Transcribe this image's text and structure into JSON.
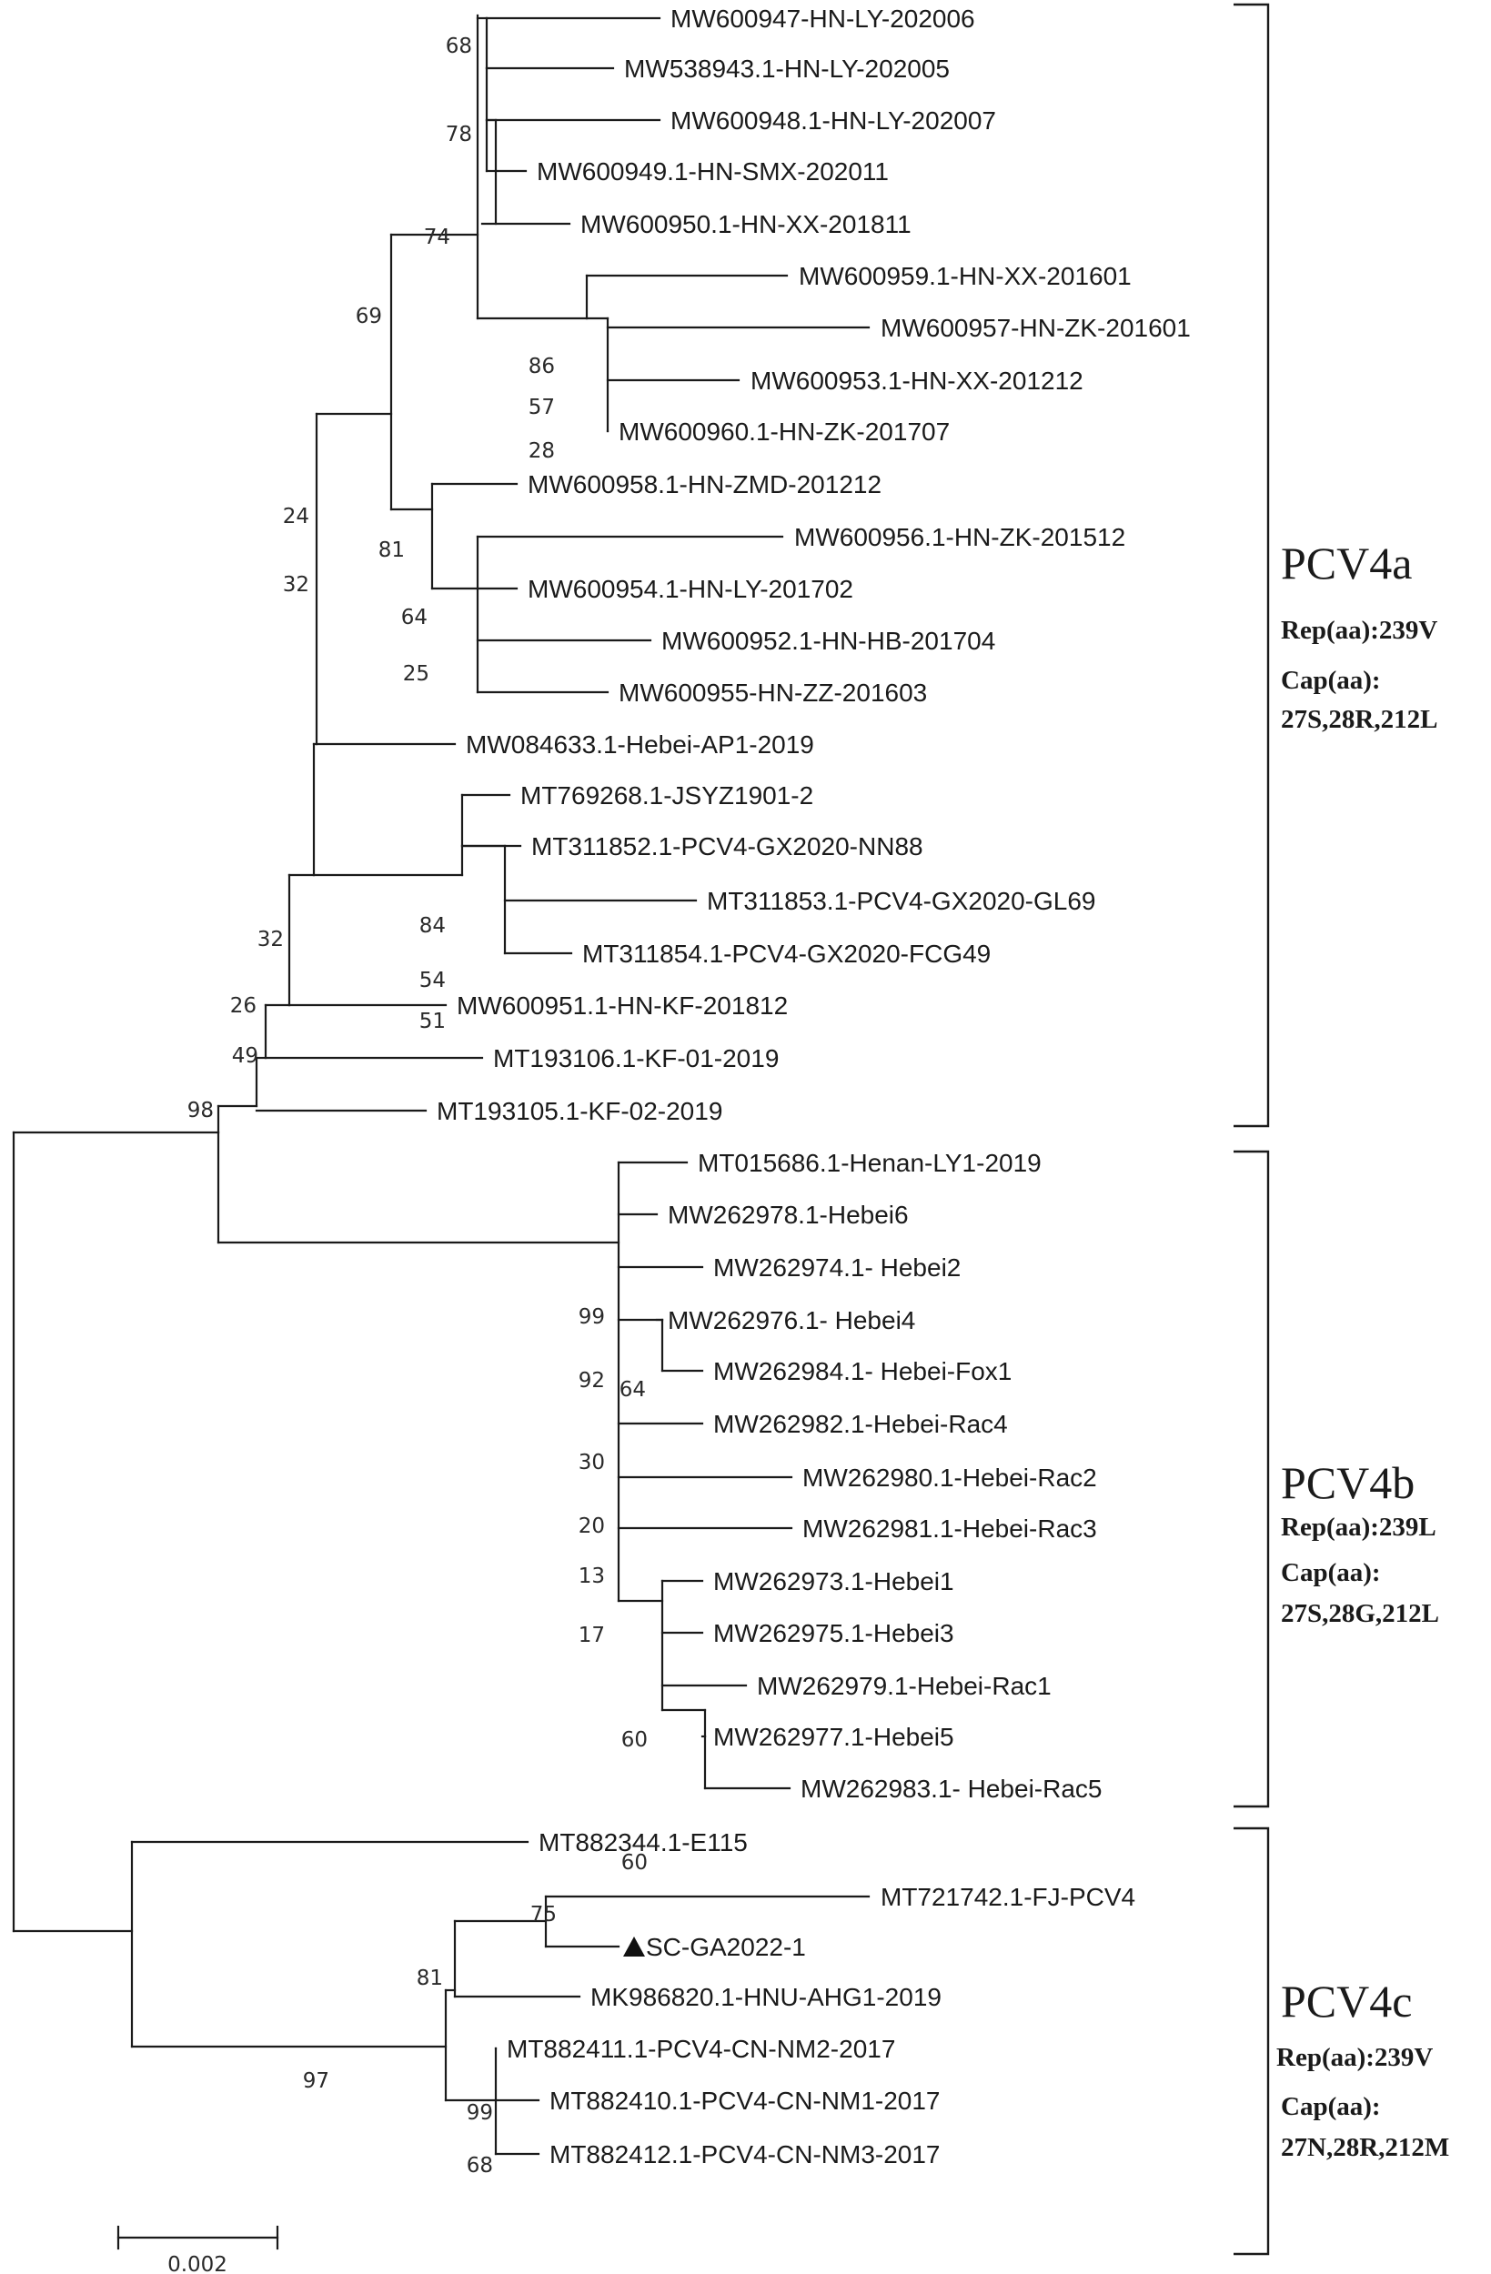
{
  "tree": {
    "leaves": [
      "MW600947-HN-LY-202006",
      "MW538943.1-HN-LY-202005",
      "MW600948.1-HN-LY-202007",
      "MW600949.1-HN-SMX-202011",
      "MW600950.1-HN-XX-201811",
      "MW600959.1-HN-XX-201601",
      "MW600957-HN-ZK-201601",
      "MW600953.1-HN-XX-201212",
      "MW600960.1-HN-ZK-201707",
      "MW600958.1-HN-ZMD-201212",
      "MW600956.1-HN-ZK-201512",
      "MW600954.1-HN-LY-201702",
      "MW600952.1-HN-HB-201704",
      "MW600955-HN-ZZ-201603",
      "MW084633.1-Hebei-AP1-2019",
      "MT769268.1-JSYZ1901-2",
      "MT311852.1-PCV4-GX2020-NN88",
      "MT311853.1-PCV4-GX2020-GL69",
      "MT311854.1-PCV4-GX2020-FCG49",
      "MW600951.1-HN-KF-201812",
      "MT193106.1-KF-01-2019",
      "MT193105.1-KF-02-2019",
      "MT015686.1-Henan-LY1-2019",
      "MW262978.1-Hebei6",
      "MW262974.1- Hebei2",
      "MW262976.1- Hebei4",
      "MW262984.1- Hebei-Fox1",
      "MW262982.1-Hebei-Rac4",
      "MW262980.1-Hebei-Rac2",
      "MW262981.1-Hebei-Rac3",
      "MW262973.1-Hebei1",
      "MW262975.1-Hebei3",
      "MW262979.1-Hebei-Rac1",
      "MW262977.1-Hebei5",
      "MW262983.1- Hebei-Rac5",
      "MT882344.1-E115",
      "MT721742.1-FJ-PCV4",
      "SC-GA2022-1",
      "MK986820.1-HNU-AHG1-2019",
      "MT882411.1-PCV4-CN-NM2-2017",
      "MT882410.1-PCV4-CN-NM1-2017",
      "MT882412.1-PCV4-CN-NM3-2017"
    ],
    "highlighted_leaf_marker": "filled-triangle",
    "bootstrap_values": [
      "68",
      "78",
      "74",
      "86",
      "57",
      "28",
      "69",
      "81",
      "64",
      "25",
      "24",
      "32",
      "84",
      "54",
      "51",
      "32",
      "26",
      "49",
      "98",
      "99",
      "92",
      "64",
      "30",
      "20",
      "13",
      "17",
      "60",
      "60",
      "75",
      "81",
      "99",
      "68",
      "97"
    ],
    "clades": [
      {
        "name": "PCV4a",
        "rep": "Rep(aa):239V",
        "cap_label": "Cap(aa):",
        "cap_sites": "27S,28R,212L"
      },
      {
        "name": "PCV4b",
        "rep": "Rep(aa):239L",
        "cap_label": "Cap(aa):",
        "cap_sites": "27S,28G,212L"
      },
      {
        "name": "PCV4c",
        "rep": "Rep(aa):239V",
        "cap_label": "Cap(aa):",
        "cap_sites": "27N,28R,212M"
      }
    ],
    "scale_bar_label": "0.002",
    "colors": {
      "lines": "#1a1a1a",
      "background": "#ffffff"
    }
  }
}
